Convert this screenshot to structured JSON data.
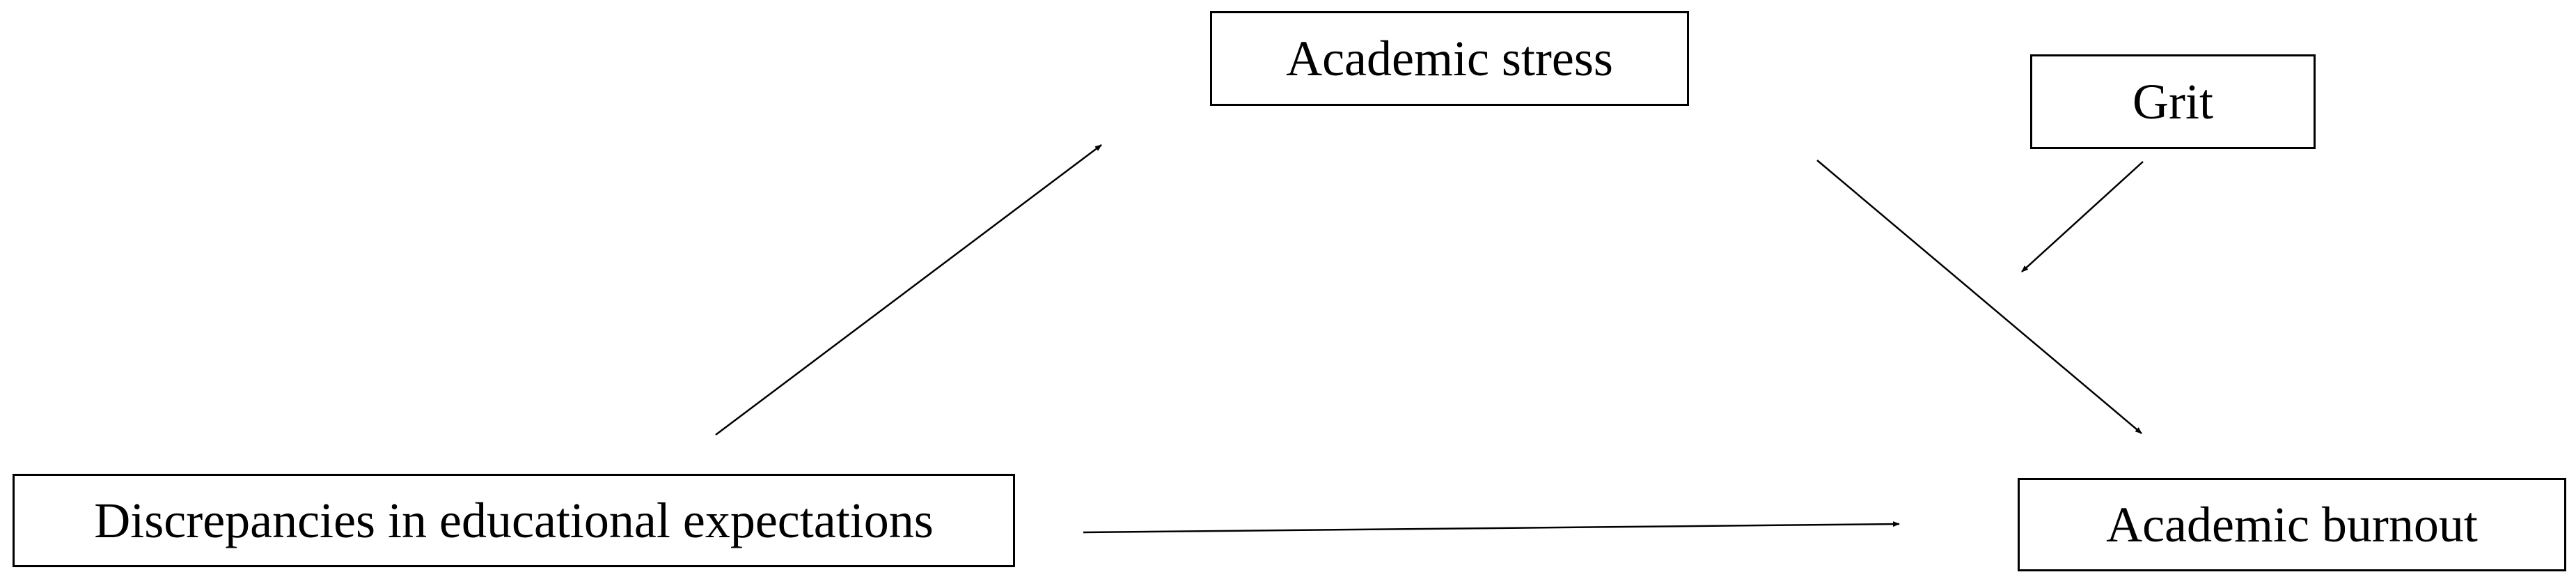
{
  "diagram": {
    "nodes": {
      "academic_stress": "Academic stress",
      "grit": "Grit",
      "discrepancies": "Discrepancies in educational expectations",
      "academic_burnout": "Academic burnout"
    },
    "edges": [
      {
        "from": "discrepancies",
        "to": "academic_stress"
      },
      {
        "from": "academic_stress",
        "to": "academic_burnout"
      },
      {
        "from": "discrepancies",
        "to": "academic_burnout"
      },
      {
        "from": "grit",
        "to": "academic_stress_to_burnout_path"
      }
    ],
    "colors": {
      "stroke": "#000000",
      "background": "#ffffff"
    }
  }
}
